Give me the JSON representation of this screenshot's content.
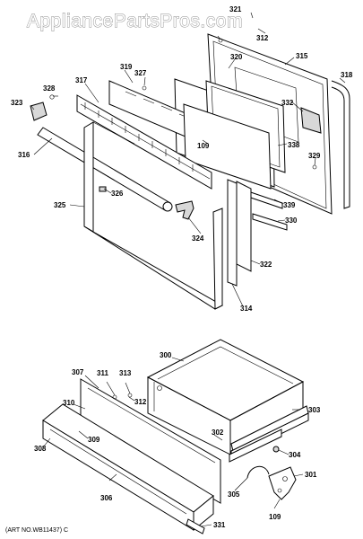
{
  "watermark": "AppliancePartsPros.com",
  "art_number": "(ART NO.WB11437) C",
  "callouts": {
    "p321": "321",
    "p312a": "312",
    "p315": "315",
    "p318": "318",
    "p320": "320",
    "p319": "319",
    "p327": "327",
    "p317": "317",
    "p328": "328",
    "p323": "323",
    "p332": "332",
    "p109a": "109",
    "p338": "338",
    "p329": "329",
    "p316": "316",
    "p326": "326",
    "p325": "325",
    "p339": "339",
    "p330": "330",
    "p324": "324",
    "p322": "322",
    "p314": "314",
    "p300": "300",
    "p307": "307",
    "p311": "311",
    "p313": "313",
    "p312b": "312",
    "p310": "310",
    "p303": "303",
    "p309": "309",
    "p302": "302",
    "p308": "308",
    "p304": "304",
    "p301": "301",
    "p306": "306",
    "p305": "305",
    "p109b": "109",
    "p331": "331"
  }
}
